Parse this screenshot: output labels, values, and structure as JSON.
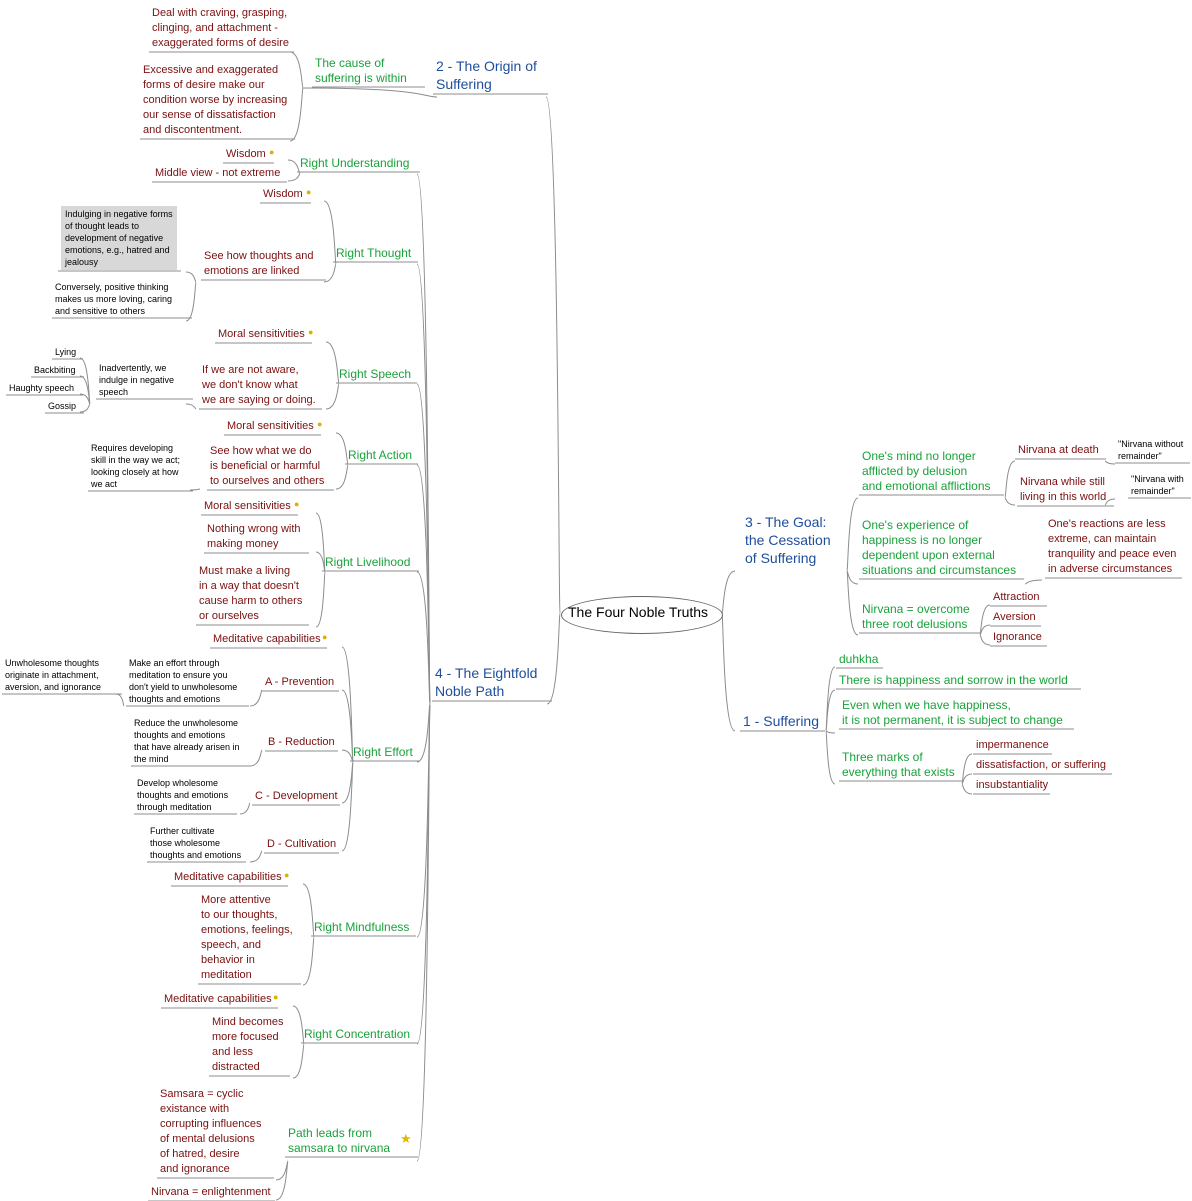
{
  "root": "The Four Noble Truths",
  "origin": {
    "title": "2 - The Origin of\nSuffering",
    "cause": "The cause of\nsuffering is within",
    "deal": "Deal with craving, grasping,\nclinging, and attachment -\nexaggerated forms of desire",
    "excess": "Excessive and exaggerated\nforms of desire make our\ncondition worse by increasing\nour sense of dissatisfaction\nand discontentment."
  },
  "path": {
    "title": "4 - The Eightfold\nNoble Path",
    "understanding": "Right Understanding",
    "u_wisdom": "Wisdom",
    "u_middle": "Middle view - not extreme",
    "thought": "Right Thought",
    "t_wisdom": "Wisdom",
    "t_see": "See how thoughts and\nemotions are linked",
    "t_neg": "Indulging in negative forms\nof thought leads to\ndevelopment of negative\nemotions, e.g., hatred and\njealousy",
    "t_pos": "Conversely, positive thinking\nmakes us more loving, caring\nand sensitive to others",
    "speech": "Right Speech",
    "s_moral": "Moral sensitivities",
    "s_aware": "If we are not aware,\nwe don't know what\nwe are saying or doing.",
    "s_inadv": "Inadvertently, we\nindulge in negative\nspeech",
    "s_lying": "Lying",
    "s_back": "Backbiting",
    "s_haughty": "Haughty speech",
    "s_gossip": "Gossip",
    "action": "Right Action",
    "a_moral": "Moral sensitivities",
    "a_see": "See how what we do\nis beneficial or harmful\nto ourselves and others",
    "a_req": "Requires developing\nskill in the way we act;\nlooking closely at how\nwe act",
    "livelihood": "Right Livelihood",
    "l_moral": "Moral sensitivities",
    "l_nothing": "Nothing wrong with\nmaking money",
    "l_must": "Must make a living\nin a way that doesn't\ncause harm to others\nor ourselves",
    "effort": "Right Effort",
    "e_med": "Meditative capabilities",
    "e_a": "A - Prevention",
    "e_a_text": "Make an effort through\nmeditation to ensure you\ndon't yield to unwholesome\nthoughts and emotions",
    "e_a_sub": "Unwholesome thoughts\noriginate in attachment,\naversion, and ignorance",
    "e_b": "B - Reduction",
    "e_b_text": "Reduce the unwholesome\nthoughts and emotions\nthat have already arisen in\nthe mind",
    "e_c": "C - Development",
    "e_c_text": "Develop wholesome\nthoughts and emotions\nthrough meditation",
    "e_d": "D - Cultivation",
    "e_d_text": "Further cultivate\nthose wholesome\nthoughts and emotions",
    "mindfulness": "Right Mindfulness",
    "m_med": "Meditative capabilities",
    "m_more": "More attentive\nto our thoughts,\nemotions, feelings,\nspeech, and\nbehavior in\nmeditation",
    "concentration": "Right Concentration",
    "c_med": "Meditative capabilities",
    "c_mind": "Mind becomes\nmore focused\nand less\ndistracted",
    "leads": "Path leads from\nsamsara to nirvana",
    "samsara": "Samsara = cyclic\nexistance with\ncorrupting influences\nof mental delusions\nof hatred, desire\nand ignorance",
    "nirvana": "Nirvana = enlightenment"
  },
  "goal": {
    "title": "3 - The Goal:\nthe Cessation\nof Suffering",
    "mind": "One's mind no longer\nafflicted by delusion\nand emotional afflictions",
    "death": "Nirvana at death",
    "without": "\"Nirvana without\nremainder\"",
    "living": "Nirvana while still\nliving in this world",
    "with": "\"Nirvana with\nremainder\"",
    "exp": "One's experience of\nhappiness is no longer\ndependent upon external\nsituations and circumstances",
    "react": "One's reactions are less\nextreme, can maintain\ntranquility and peace even\nin adverse circumstances",
    "overcome": "Nirvana = overcome\nthree root delusions",
    "attraction": "Attraction",
    "aversion": "Aversion",
    "ignorance": "Ignorance"
  },
  "suffering": {
    "title": "1 - Suffering",
    "duhkha": "duhkha",
    "happy": "There is happiness and sorrow in the world",
    "even": "Even when we have happiness,\nit is not permanent, it is subject to change",
    "three": "Three marks of\neverything that exists",
    "imp": "impermanence",
    "dis": "dissatisfaction, or suffering",
    "ins": "insubstantiality"
  },
  "colors": {
    "level1": "#1f4e9c",
    "branch": "#1aa23b",
    "leaf": "#7a1010",
    "note": "#000000",
    "highlight": "#d8d8d8",
    "line": "#8c8c8c"
  },
  "icons": {
    "idea": "lightbulb-icon",
    "priority": "star-icon"
  }
}
